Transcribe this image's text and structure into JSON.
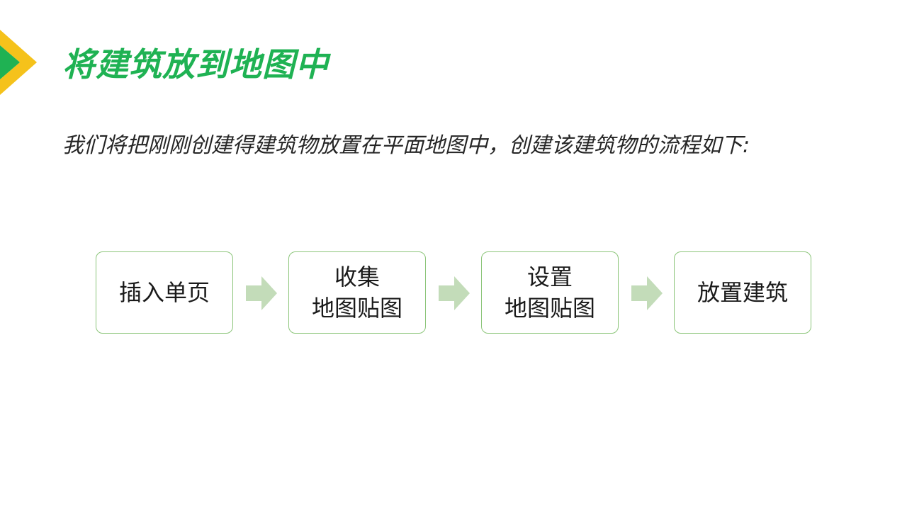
{
  "slide": {
    "title": "将建筑放到地图中",
    "intro": "我们将把刚刚创建得建筑物放置在平面地图中，创建该建筑物的流程如下:"
  },
  "flow": {
    "steps": [
      {
        "lines": [
          "插入单页"
        ]
      },
      {
        "lines": [
          "收集",
          "地图贴图"
        ]
      },
      {
        "lines": [
          "设置",
          "地图贴图"
        ]
      },
      {
        "lines": [
          "放置建筑"
        ]
      }
    ]
  },
  "colors": {
    "title": "#1fb253",
    "box_border": "#8cc57a",
    "arrow": "#c3dcb9",
    "logo_outer": "#f5c21b",
    "logo_inner": "#1fb253",
    "text": "#1a1a1a"
  },
  "icons": {
    "corner_logo": "chevron-logo-icon",
    "connector": "arrow-right-icon"
  }
}
